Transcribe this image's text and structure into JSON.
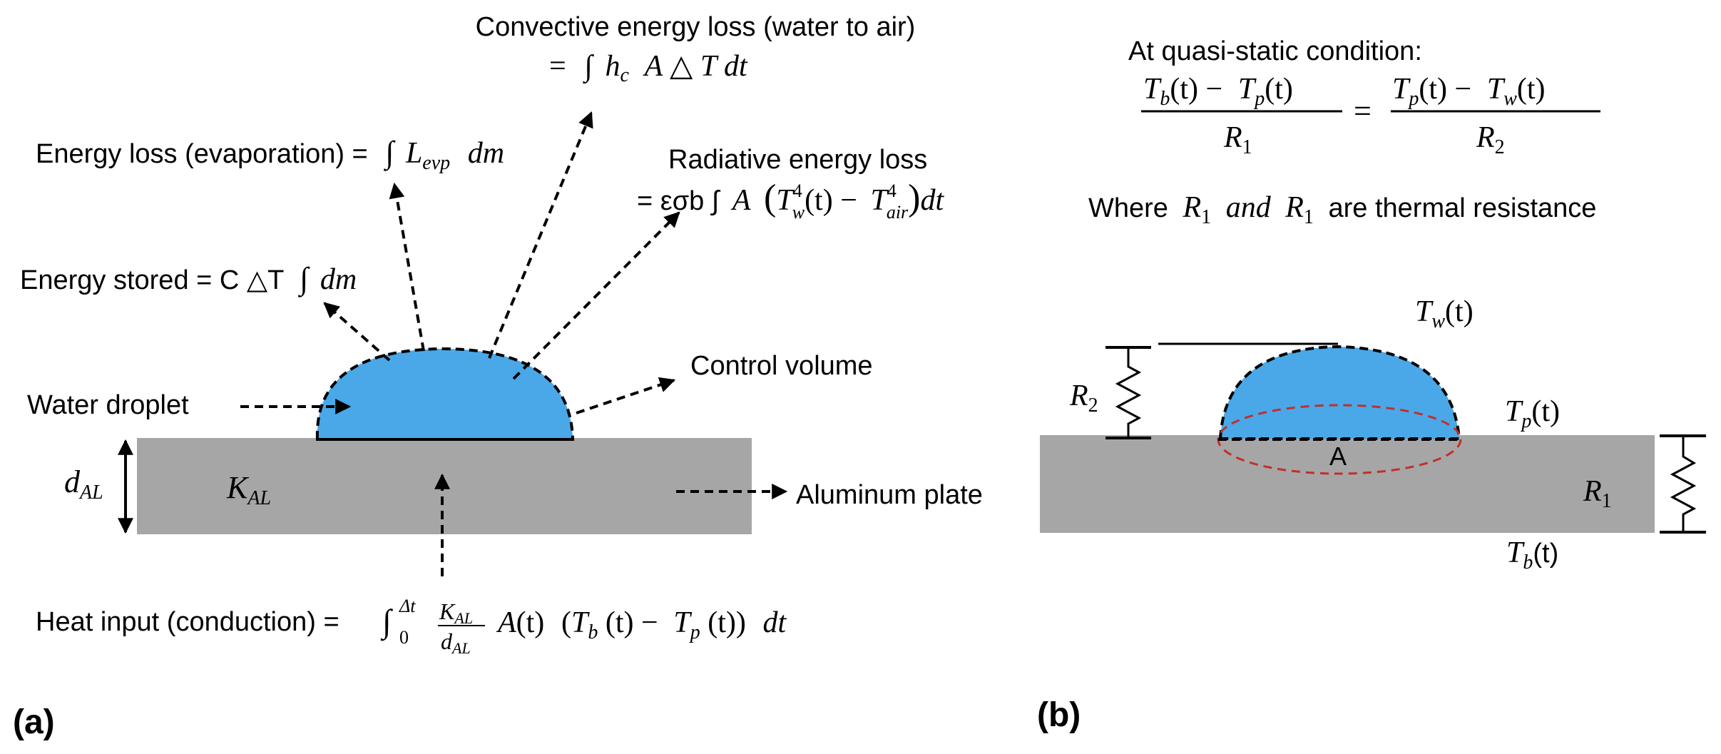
{
  "colors": {
    "droplet": "#4aa8e8",
    "plate": "#a6a6a6",
    "contact_ellipse": "#c0302a",
    "line": "#000000",
    "background": "#ffffff"
  },
  "panel_a": {
    "label": "(a)",
    "convective": {
      "title": "Convective energy loss (water to air)",
      "eq_eq": "=",
      "eq_int": "∫",
      "eq_h": "h",
      "eq_h_sub": "c",
      "eq_rest": "A △ T dt"
    },
    "evaporation": {
      "text": "Energy loss (evaporation) =",
      "eq_int": "∫",
      "eq_L": "L",
      "eq_sub": "evp",
      "eq_rest": "dm"
    },
    "radiative": {
      "title": "Radiative energy loss",
      "eq_prefix": "= εσb ∫",
      "eq_A": "A",
      "eq_lp": "(",
      "eq_T1": "T",
      "eq_T1_sub": "w",
      "eq_T1_sup": "4",
      "eq_t": "(t) −",
      "eq_T2": "T",
      "eq_T2_sub": "air",
      "eq_T2_sup": "4",
      "eq_rp": ")",
      "eq_dt": "dt"
    },
    "stored": {
      "text": "Energy stored =  C △T",
      "eq_int": "∫",
      "eq_rest": "dm"
    },
    "control_volume": "Control volume",
    "water_droplet": "Water droplet",
    "d_main": "d",
    "d_sub": "AL",
    "k_main": "K",
    "k_sub": "AL",
    "aluminum_plate": "Aluminum plate",
    "heat_input": {
      "text": "Heat input (conduction) =",
      "int_sym": "∫",
      "lower": "0",
      "upper": "Δt",
      "num": "K",
      "num_sub": "AL",
      "den": "d",
      "den_sub": "AL",
      "A": "A",
      "At": "(t)",
      "lp": "(",
      "Tb": "T",
      "Tb_sub": "b",
      "Tbt": " (t) −",
      "Tp": "T",
      "Tp_sub": "p",
      "Tpt": " (t))",
      "dt": "dt"
    }
  },
  "panel_b": {
    "label": "(b)",
    "quasi_static": "At quasi-static condition:",
    "eq_lhs_num": {
      "T1": "T",
      "s1": "b",
      "r1": "(t)  −",
      "T2": "T",
      "s2": "p",
      "r2": "(t)"
    },
    "eq_lhs_den": {
      "R": "R",
      "s": "1"
    },
    "eq_equals": "=",
    "eq_rhs_num": {
      "T1": "T",
      "s1": "p",
      "r1": "(t)  −",
      "T2": "T",
      "s2": "w",
      "r2": "(t)"
    },
    "eq_rhs_den": {
      "R": "R",
      "s": "2"
    },
    "where": {
      "w": "Where",
      "R1": "R",
      "R1_sub": "1",
      "and": "and",
      "R2": "R",
      "R2_sub": "1",
      "rest": "are thermal resistance"
    },
    "tw": {
      "T": "T",
      "s": "w",
      "r": "(t)"
    },
    "tp": {
      "T": "T",
      "s": "p",
      "r": "(t)"
    },
    "tb": {
      "T": "T",
      "s": "b",
      "r": "(t)"
    },
    "r1": {
      "R": "R",
      "s": "1"
    },
    "r2": {
      "R": "R",
      "s": "2"
    },
    "area": "A"
  }
}
